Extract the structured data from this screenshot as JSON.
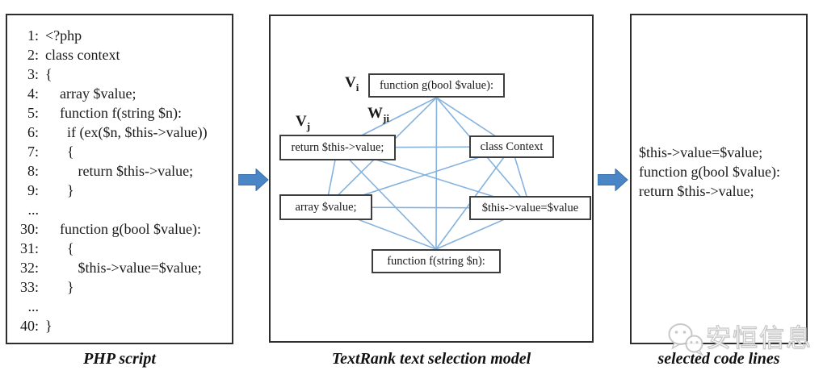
{
  "panels": {
    "php": {
      "caption": "PHP script",
      "lines": [
        {
          "num": "1:",
          "code": "<?php"
        },
        {
          "num": "2:",
          "code": "class context"
        },
        {
          "num": "3:",
          "code": "{"
        },
        {
          "num": "4:",
          "code": "    array $value;"
        },
        {
          "num": "5:",
          "code": "    function f(string $n):"
        },
        {
          "num": "6:",
          "code": "      if (ex($n, $this->value))"
        },
        {
          "num": "7:",
          "code": "      {"
        },
        {
          "num": "8:",
          "code": "         return $this->value;"
        },
        {
          "num": "9:",
          "code": "      }"
        },
        {
          "num": "...",
          "code": ""
        },
        {
          "num": "30:",
          "code": "    function g(bool $value):"
        },
        {
          "num": "31:",
          "code": "      {"
        },
        {
          "num": "32:",
          "code": "         $this->value=$value;"
        },
        {
          "num": "33:",
          "code": "      }"
        },
        {
          "num": "...",
          "code": ""
        },
        {
          "num": "40:",
          "code": "}"
        }
      ]
    },
    "model": {
      "caption": "TextRank text selection model",
      "nodes": {
        "g": {
          "label": "function g(bool $value):"
        },
        "return": {
          "label": "return $this->value;"
        },
        "class": {
          "label": "class Context"
        },
        "array": {
          "label": "array $value;"
        },
        "assign": {
          "label": "$this->value=$value"
        },
        "f": {
          "label": "function f(string $n):"
        }
      },
      "anchors": {
        "g": "bottom",
        "f": "top"
      },
      "edges": [
        [
          "g",
          "return"
        ],
        [
          "g",
          "class"
        ],
        [
          "g",
          "array"
        ],
        [
          "g",
          "assign"
        ],
        [
          "g",
          "f"
        ],
        [
          "return",
          "class"
        ],
        [
          "return",
          "array"
        ],
        [
          "return",
          "assign"
        ],
        [
          "return",
          "f"
        ],
        [
          "array",
          "class"
        ],
        [
          "array",
          "assign"
        ],
        [
          "array",
          "f"
        ],
        [
          "class",
          "assign"
        ],
        [
          "class",
          "f"
        ],
        [
          "assign",
          "f"
        ]
      ],
      "labels": {
        "vi": {
          "base": "V",
          "sub": "i"
        },
        "vj": {
          "base": "V",
          "sub": "j"
        },
        "wji": {
          "base": "W",
          "sub": "ji"
        }
      }
    },
    "selected": {
      "caption": "selected code lines",
      "lines": [
        {
          "code": "$this->value=$value;"
        },
        {
          "code": "function g(bool $value):"
        },
        {
          "code": "return $this->value;"
        }
      ]
    }
  },
  "watermark": {
    "text": "安恒信息",
    "icon": "wechat-icon"
  },
  "colors": {
    "edge": "#85b2de",
    "arrow_fill": "#4a86c6",
    "arrow_stroke": "#3a6ea8"
  }
}
